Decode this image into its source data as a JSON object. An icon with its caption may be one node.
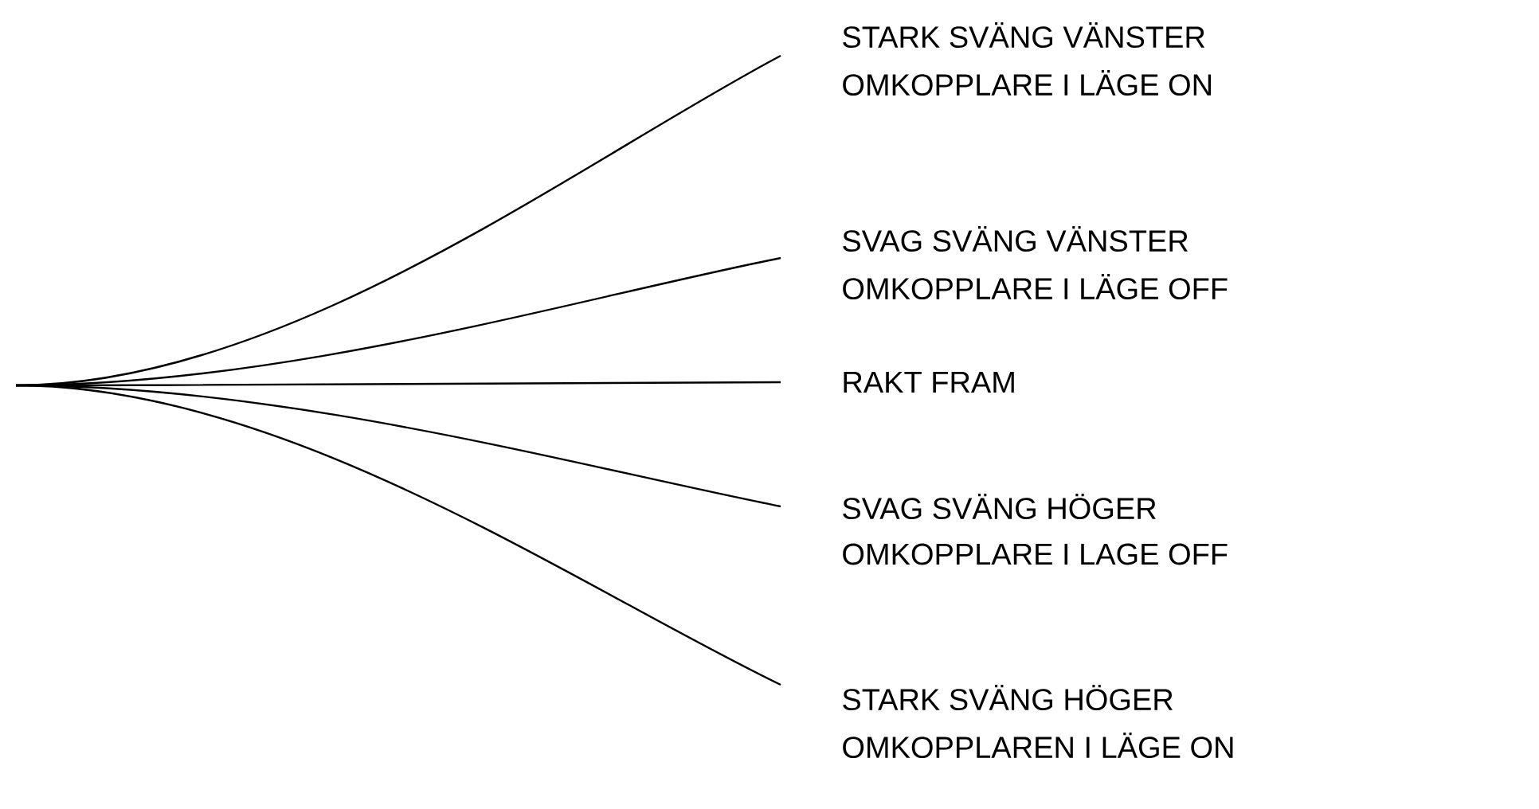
{
  "diagram": {
    "labels": [
      "STARK SVÄNG VÄNSTER",
      "OMKOPPLARE I LÄGE ON",
      "SVAG SVÄNG VÄNSTER",
      "OMKOPPLARE I LÄGE OFF",
      "RAKT FRAM",
      "SVAG SVÄNG HÖGER",
      "OMKOPPLARE I LAGE OFF",
      "STARK SVÄNG HÖGER",
      "OMKOPPLAREN I LÄGE ON"
    ]
  }
}
